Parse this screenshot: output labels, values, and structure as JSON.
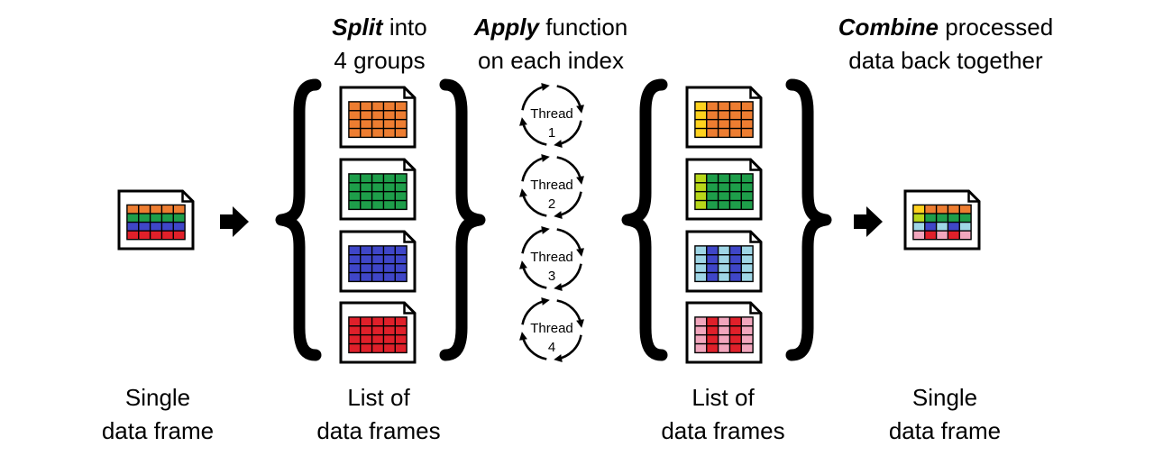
{
  "labels": {
    "split": {
      "emph": "Split",
      "rest": " into",
      "line2": "4 groups"
    },
    "apply": {
      "emph": "Apply",
      "rest": " function",
      "line2": "on each index"
    },
    "combine": {
      "emph": "Combine",
      "rest": " processed",
      "line2": "data back together"
    },
    "single_left": {
      "line1": "Single",
      "line2": "data frame"
    },
    "list_left": {
      "line1": "List of",
      "line2": "data frames"
    },
    "list_right": {
      "line1": "List of",
      "line2": "data frames"
    },
    "single_right": {
      "line1": "Single",
      "line2": "data frame"
    }
  },
  "threads": [
    {
      "word": "Thread",
      "number": "1"
    },
    {
      "word": "Thread",
      "number": "2"
    },
    {
      "word": "Thread",
      "number": "3"
    },
    {
      "word": "Thread",
      "number": "4"
    }
  ],
  "colors": {
    "orange": "#ed7d31",
    "green": "#1e9e4a",
    "blue": "#3f46c8",
    "red": "#e0202a",
    "yellow": "#ffd21e",
    "lime": "#b8d81a",
    "lightblue": "#9fd6e6",
    "pink": "#f2a6bd"
  },
  "data_frames": {
    "single_input": [
      [
        "orange",
        "orange",
        "orange",
        "orange",
        "orange"
      ],
      [
        "green",
        "green",
        "green",
        "green",
        "green"
      ],
      [
        "blue",
        "blue",
        "blue",
        "blue",
        "blue"
      ],
      [
        "red",
        "red",
        "red",
        "red",
        "red"
      ]
    ],
    "split_groups": [
      {
        "name": "orange",
        "grid": [
          [
            "orange",
            "orange",
            "orange",
            "orange",
            "orange"
          ],
          [
            "orange",
            "orange",
            "orange",
            "orange",
            "orange"
          ],
          [
            "orange",
            "orange",
            "orange",
            "orange",
            "orange"
          ],
          [
            "orange",
            "orange",
            "orange",
            "orange",
            "orange"
          ]
        ]
      },
      {
        "name": "green",
        "grid": [
          [
            "green",
            "green",
            "green",
            "green",
            "green"
          ],
          [
            "green",
            "green",
            "green",
            "green",
            "green"
          ],
          [
            "green",
            "green",
            "green",
            "green",
            "green"
          ],
          [
            "green",
            "green",
            "green",
            "green",
            "green"
          ]
        ]
      },
      {
        "name": "blue",
        "grid": [
          [
            "blue",
            "blue",
            "blue",
            "blue",
            "blue"
          ],
          [
            "blue",
            "blue",
            "blue",
            "blue",
            "blue"
          ],
          [
            "blue",
            "blue",
            "blue",
            "blue",
            "blue"
          ],
          [
            "blue",
            "blue",
            "blue",
            "blue",
            "blue"
          ]
        ]
      },
      {
        "name": "red",
        "grid": [
          [
            "red",
            "red",
            "red",
            "red",
            "red"
          ],
          [
            "red",
            "red",
            "red",
            "red",
            "red"
          ],
          [
            "red",
            "red",
            "red",
            "red",
            "red"
          ],
          [
            "red",
            "red",
            "red",
            "red",
            "red"
          ]
        ]
      }
    ],
    "processed_groups": [
      {
        "name": "orange-processed",
        "grid": [
          [
            "yellow",
            "orange",
            "orange",
            "orange",
            "orange"
          ],
          [
            "yellow",
            "orange",
            "orange",
            "orange",
            "orange"
          ],
          [
            "yellow",
            "orange",
            "orange",
            "orange",
            "orange"
          ],
          [
            "yellow",
            "orange",
            "orange",
            "orange",
            "orange"
          ]
        ]
      },
      {
        "name": "green-processed",
        "grid": [
          [
            "lime",
            "green",
            "green",
            "green",
            "green"
          ],
          [
            "lime",
            "green",
            "green",
            "green",
            "green"
          ],
          [
            "lime",
            "green",
            "green",
            "green",
            "green"
          ],
          [
            "lime",
            "green",
            "green",
            "green",
            "green"
          ]
        ]
      },
      {
        "name": "blue-processed",
        "grid": [
          [
            "lightblue",
            "blue",
            "lightblue",
            "blue",
            "lightblue"
          ],
          [
            "lightblue",
            "blue",
            "lightblue",
            "blue",
            "lightblue"
          ],
          [
            "lightblue",
            "blue",
            "lightblue",
            "blue",
            "lightblue"
          ],
          [
            "lightblue",
            "blue",
            "lightblue",
            "blue",
            "lightblue"
          ]
        ]
      },
      {
        "name": "red-processed",
        "grid": [
          [
            "pink",
            "red",
            "pink",
            "red",
            "pink"
          ],
          [
            "pink",
            "red",
            "pink",
            "red",
            "pink"
          ],
          [
            "pink",
            "red",
            "pink",
            "red",
            "pink"
          ],
          [
            "pink",
            "red",
            "pink",
            "red",
            "pink"
          ]
        ]
      }
    ],
    "combined_output": [
      [
        "yellow",
        "orange",
        "orange",
        "orange",
        "orange"
      ],
      [
        "lime",
        "green",
        "green",
        "green",
        "green"
      ],
      [
        "lightblue",
        "blue",
        "lightblue",
        "blue",
        "lightblue"
      ],
      [
        "pink",
        "red",
        "pink",
        "red",
        "pink"
      ]
    ]
  }
}
